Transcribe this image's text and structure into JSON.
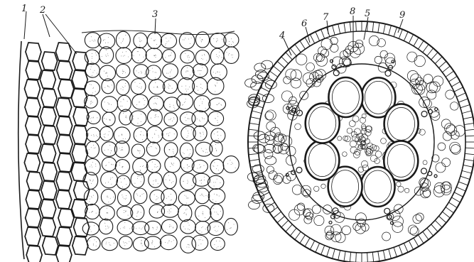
{
  "figure": {
    "left_panel": {
      "callouts": [
        "1",
        "2",
        "3"
      ]
    },
    "right_panel": {
      "callouts": [
        "4",
        "6",
        "7",
        "8",
        "5",
        "9"
      ]
    }
  },
  "colors": {
    "ink": "#1a1a1a",
    "paper": "#ffffff"
  }
}
